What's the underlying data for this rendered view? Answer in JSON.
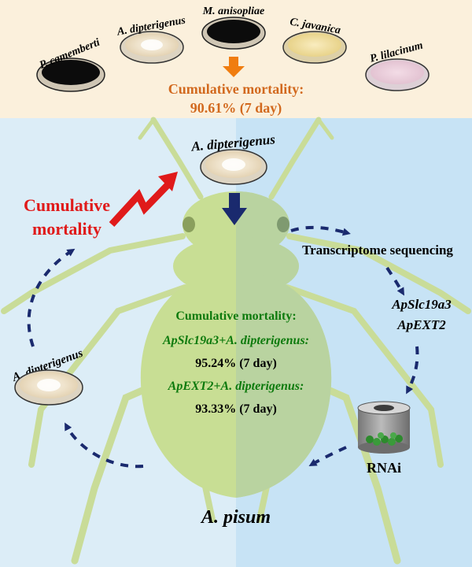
{
  "top_dishes": [
    {
      "label": "P. camemberti",
      "style": "black"
    },
    {
      "label": "A. dipterigenus",
      "style": "white"
    },
    {
      "label": "M. anisopliae",
      "style": "black"
    },
    {
      "label": "C. javanica",
      "style": "yellow"
    },
    {
      "label": "P. lilacinum",
      "style": "pink"
    }
  ],
  "screening_result": {
    "title": "Cumulative mortality:",
    "value": "90.61% (7 day)"
  },
  "selected_fungus": "A. dipterigenus",
  "left_cycle": {
    "increase_label_line1": "Cumulative",
    "increase_label_line2": "mortality",
    "dish_label": "A. dipterigenus"
  },
  "right_pipeline": {
    "step1": "Transcriptome sequencing",
    "gene1": "ApSlc19a3",
    "gene2": "ApEXT2",
    "rnai_label": "RNAi"
  },
  "center_results": {
    "title": "Cumulative mortality:",
    "combo1": "ApSlc19a3+A. dipterigenus:",
    "combo1_value": "95.24% (7 day)",
    "combo2": "ApEXT2+A. dipterigenus:",
    "combo2_value": "93.33% (7 day)"
  },
  "species": "A. pisum",
  "colors": {
    "top_band": "#fbf0dc",
    "left_panel": "#dcedf7",
    "right_panel": "#c7e3f5",
    "aphid_body": "#c8de94",
    "aphid_body_right": "#b9d3a0",
    "orange_arrow": "#f07d10",
    "orange_text": "#d2691e",
    "red": "#e01a1a",
    "green_text": "#0d7a0d",
    "navy": "#1a2a6e"
  }
}
